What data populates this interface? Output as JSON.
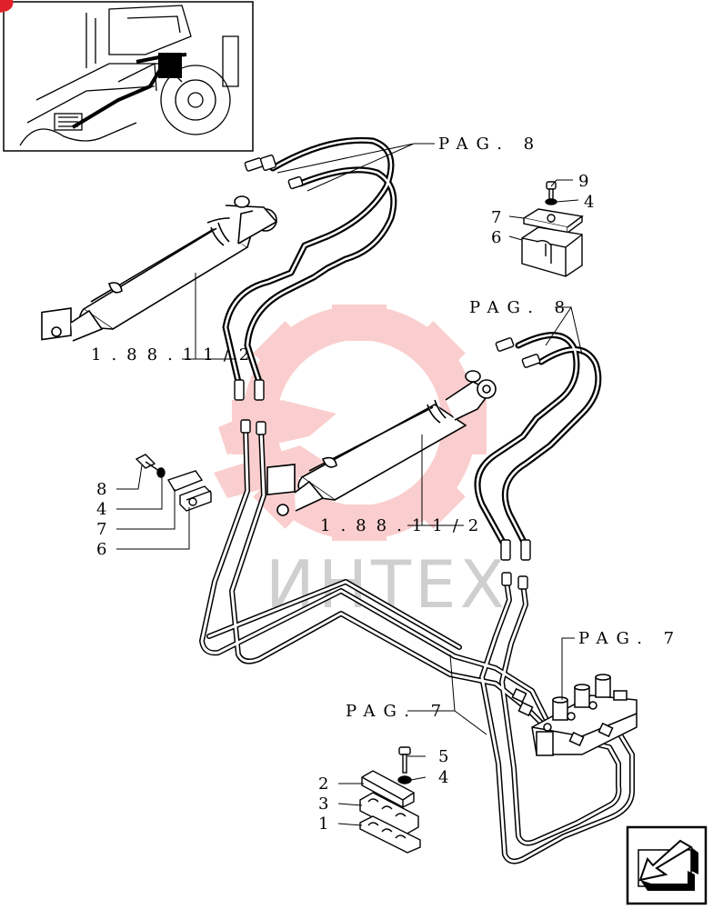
{
  "watermark": {
    "text": "ИНТЕХ",
    "gear_color": "#f6a7a7",
    "text_color": "#cfcfcf"
  },
  "page_refs": {
    "upper": "PAG. 8",
    "middle": "PAG. 8",
    "valve": "PAG. 7",
    "lower": "PAG. 7"
  },
  "cylinder_refs": {
    "left": "1.88.11/2",
    "right": "1.88.11/2"
  },
  "callouts": {
    "top_right": [
      "9",
      "4",
      "7",
      "6"
    ],
    "left": [
      "8",
      "4",
      "7",
      "6"
    ],
    "bottom": [
      "5",
      "4",
      "2",
      "3",
      "1"
    ]
  },
  "icons": [
    "tractor-thumbnail",
    "next-page-arrow-icon",
    "corner-marker-icon"
  ]
}
